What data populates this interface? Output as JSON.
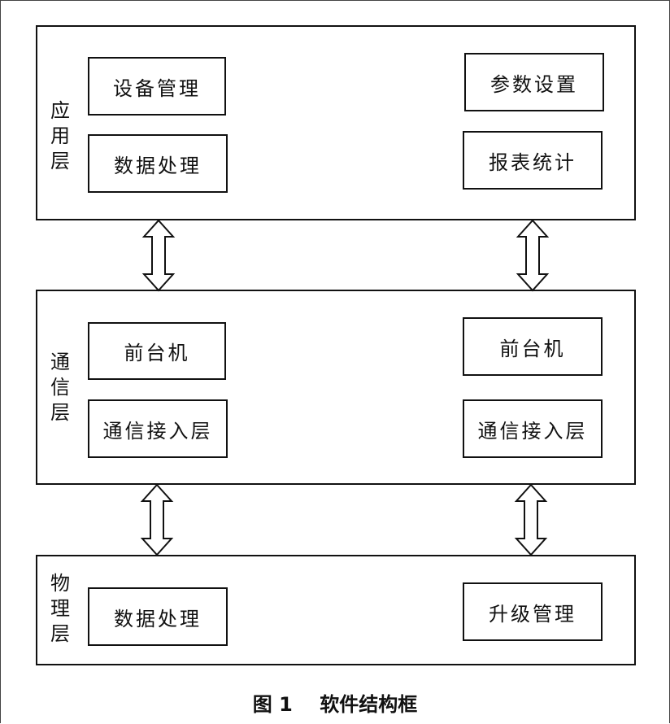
{
  "layers": {
    "application": {
      "label": "应\n用\n层",
      "boxes": [
        "设备管理",
        "数据处理",
        "参数设置",
        "报表统计"
      ]
    },
    "communication": {
      "label": "通\n信\n层",
      "boxes": [
        "前台机",
        "通信接入层",
        "前台机",
        "通信接入层"
      ]
    },
    "physical": {
      "label": "物\n理\n层",
      "boxes": [
        "数据处理",
        "升级管理"
      ]
    }
  },
  "caption": "图 1    软件结构框",
  "colors": {
    "stroke": "#111111",
    "background": "#ffffff"
  },
  "arrow_icon": "double-headed-vertical-arrow-icon"
}
